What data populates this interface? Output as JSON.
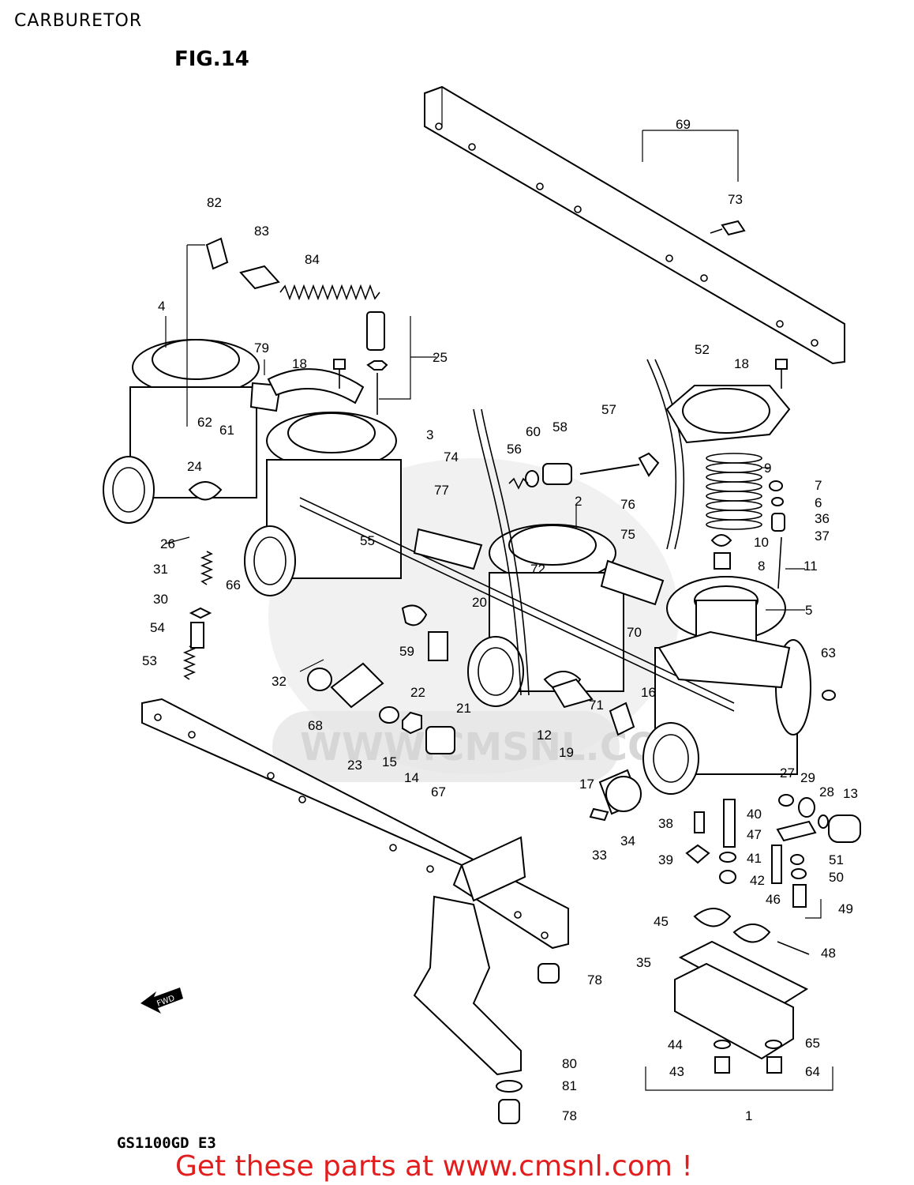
{
  "header": {
    "title": "CARBURETOR",
    "figure": "FIG.14"
  },
  "footer": {
    "model": "GS1100GD E3",
    "cta": "Get these parts at www.cmsnl.com !"
  },
  "colors": {
    "cta": "#e21d1d",
    "ink": "#000000",
    "watermark": "#e6e6e6"
  },
  "watermark": {
    "text": "WWW.CMSNL.COM"
  },
  "icons": {
    "fwd_arrow": "fwd-arrow-icon",
    "fwd_text": "FWD"
  },
  "callouts": [
    "1",
    "2",
    "3",
    "4",
    "5",
    "6",
    "7",
    "8",
    "9",
    "10",
    "11",
    "12",
    "13",
    "14",
    "15",
    "16",
    "17",
    "18",
    "18",
    "19",
    "20",
    "21",
    "22",
    "23",
    "24",
    "25",
    "26",
    "27",
    "28",
    "29",
    "30",
    "31",
    "32",
    "33",
    "34",
    "35",
    "36",
    "37",
    "38",
    "39",
    "40",
    "41",
    "42",
    "43",
    "44",
    "45",
    "46",
    "47",
    "48",
    "49",
    "50",
    "51",
    "52",
    "53",
    "54",
    "55",
    "56",
    "57",
    "58",
    "59",
    "60",
    "61",
    "62",
    "63",
    "64",
    "65",
    "66",
    "67",
    "68",
    "69",
    "70",
    "71",
    "72",
    "73",
    "74",
    "75",
    "76",
    "77",
    "78",
    "78",
    "79",
    "80",
    "81",
    "82",
    "83",
    "84"
  ]
}
